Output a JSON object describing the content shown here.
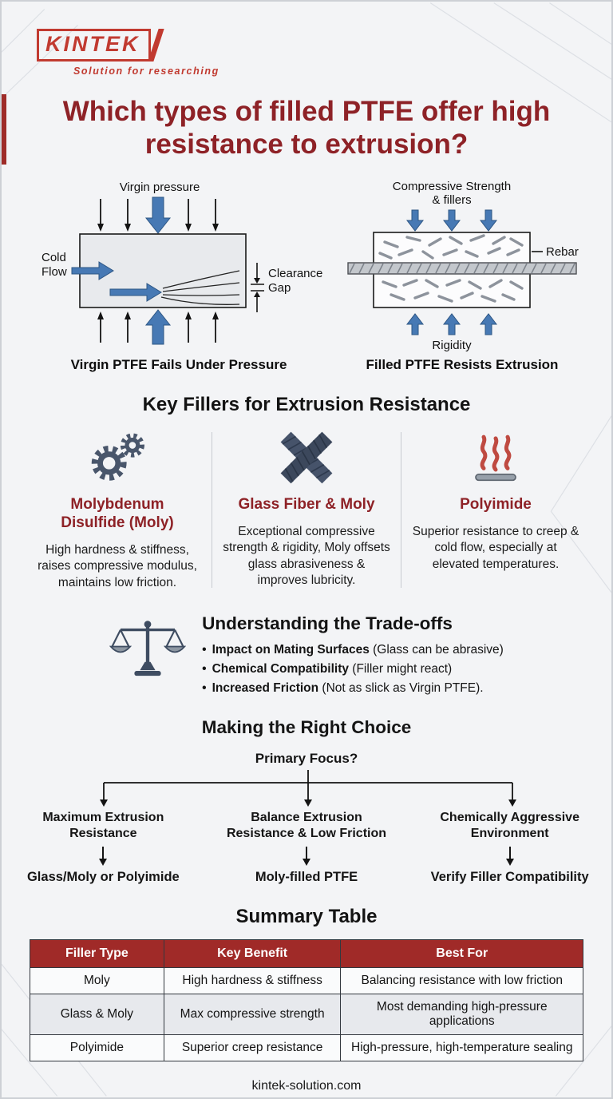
{
  "logo": {
    "brand": "KINTEK",
    "tagline": "Solution for researching"
  },
  "title": "Which types of filled PTFE offer high resistance to extrusion?",
  "diagram_left": {
    "top_label": "Virgin pressure",
    "left_label_line1": "Cold",
    "left_label_line2": "Flow",
    "gap_label_line1": "Clearance",
    "gap_label_line2": "Gap",
    "caption": "Virgin PTFE Fails Under Pressure"
  },
  "diagram_right": {
    "top_label_line1": "Compressive Strength",
    "top_label_line2": "& fillers",
    "rebar_label": "Rebar",
    "bottom_label": "Rigidity",
    "caption": "Filled PTFE Resists Extrusion"
  },
  "fillers": {
    "heading": "Key Fillers for Extrusion Resistance",
    "items": [
      {
        "icon": "gears-icon",
        "title": "Molybdenum Disulfide (Moly)",
        "text": "High hardness & stiffness, raises compressive modulus, maintains low friction."
      },
      {
        "icon": "fiber-mesh-icon",
        "title": "Glass Fiber & Moly",
        "text": "Exceptional compressive strength & rigidity, Moly offsets glass abrasiveness & improves lubricity."
      },
      {
        "icon": "heat-icon",
        "title": "Polyimide",
        "text": "Superior resistance to creep & cold flow, especially at elevated temperatures."
      }
    ]
  },
  "tradeoffs": {
    "heading": "Understanding the Trade-offs",
    "bullet": "•",
    "items": [
      {
        "bold": "Impact on Mating Surfaces",
        "rest": " (Glass can be abrasive)"
      },
      {
        "bold": "Chemical Compatibility",
        "rest": " (Filler might react)"
      },
      {
        "bold": "Increased Friction",
        "rest": " (Not as slick as Virgin PTFE)."
      }
    ]
  },
  "choice": {
    "heading": "Making the Right Choice",
    "question": "Primary Focus?",
    "branches": [
      {
        "condition": "Maximum Extrusion Resistance",
        "result": "Glass/Moly or Polyimide"
      },
      {
        "condition": "Balance Extrusion Resistance & Low Friction",
        "result": "Moly-filled PTFE"
      },
      {
        "condition": "Chemically Aggressive Environment",
        "result": "Verify Filler Compatibility"
      }
    ]
  },
  "summary": {
    "heading": "Summary Table",
    "columns": [
      "Filler Type",
      "Key Benefit",
      "Best For"
    ],
    "rows": [
      [
        "Moly",
        "High hardness & stiffness",
        "Balancing resistance with low friction"
      ],
      [
        "Glass & Moly",
        "Max compressive strength",
        "Most demanding high-pressure applications"
      ],
      [
        "Polyimide",
        "Superior creep resistance",
        "High-pressure, high-temperature sealing"
      ]
    ]
  },
  "footer": {
    "url": "kintek-solution.com"
  },
  "colors": {
    "brand_red": "#c13a30",
    "heading_maroon": "#8e2227",
    "table_header": "#a02a28",
    "arrow_blue": "#4779b4"
  }
}
